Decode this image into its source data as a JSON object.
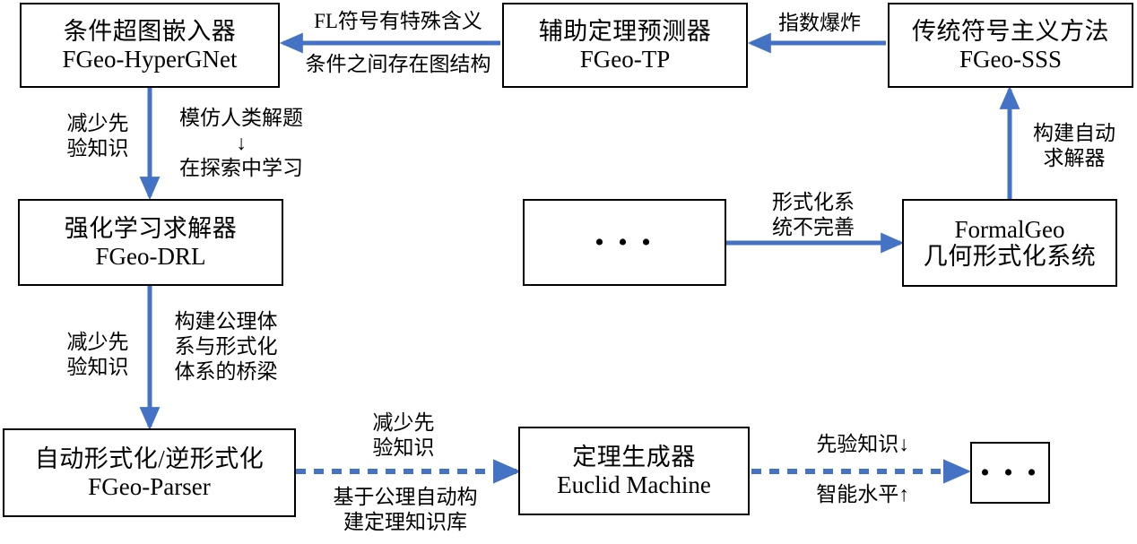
{
  "diagram": {
    "title": "FormalGeo ecosystem roadmap",
    "accent_color": "#4472C4",
    "stroke_color": "#000000",
    "background": "#ffffff",
    "nodes": [
      {
        "id": "hypergnet",
        "cn": "条件超图嵌入器",
        "en": "FGeo-HyperGNet"
      },
      {
        "id": "tp",
        "cn": "辅助定理预测器",
        "en": "FGeo-TP"
      },
      {
        "id": "sss",
        "cn": "传统符号主义方法",
        "en": "FGeo-SSS"
      },
      {
        "id": "drl",
        "cn": "强化学习求解器",
        "en": "FGeo-DRL"
      },
      {
        "id": "ellipsis-mid",
        "cn": "",
        "en": "•  •  •"
      },
      {
        "id": "formalgeo",
        "cn": "几何形式化系统",
        "en": "FormalGeo"
      },
      {
        "id": "parser",
        "cn": "自动形式化/逆形式化",
        "en": "FGeo-Parser"
      },
      {
        "id": "euclid",
        "cn": "定理生成器",
        "en": "Euclid Machine"
      },
      {
        "id": "ellipsis-end",
        "cn": "",
        "en": "•  •  •"
      }
    ],
    "edges": [
      {
        "id": "sss-to-tp",
        "from": "sss",
        "to": "tp",
        "style": "solid",
        "above": [
          "指数爆炸"
        ],
        "below": []
      },
      {
        "id": "tp-to-hypergnet",
        "from": "tp",
        "to": "hypergnet",
        "style": "solid",
        "above": [
          "FL符号有特殊含义"
        ],
        "below": [
          "条件之间存在图结构"
        ]
      },
      {
        "id": "hypergnet-to-drl",
        "from": "hypergnet",
        "to": "drl",
        "style": "solid",
        "left": [
          "减少先",
          "验知识"
        ],
        "right": [
          "模仿人类解题",
          "↓",
          "在探索中学习"
        ]
      },
      {
        "id": "drl-to-parser",
        "from": "drl",
        "to": "parser",
        "style": "solid",
        "left": [
          "减少先",
          "验知识"
        ],
        "right": [
          "构建公理体",
          "系与形式化",
          "体系的桥梁"
        ]
      },
      {
        "id": "ellipsis-to-formalgeo",
        "from": "ellipsis-mid",
        "to": "formalgeo",
        "style": "solid",
        "above": [
          "形式化系",
          "统不完善"
        ],
        "below": []
      },
      {
        "id": "formalgeo-to-sss",
        "from": "formalgeo",
        "to": "sss",
        "style": "solid",
        "right": [
          "构建自动",
          "求解器"
        ]
      },
      {
        "id": "parser-to-euclid",
        "from": "parser",
        "to": "euclid",
        "style": "dashed",
        "above": [
          "减少先",
          "验知识"
        ],
        "below": [
          "基于公理自动构",
          "建定理知识库"
        ]
      },
      {
        "id": "euclid-to-ellipsis",
        "from": "euclid",
        "to": "ellipsis-end",
        "style": "dashed",
        "above": [
          "先验知识↓"
        ],
        "below": [
          "智能水平↑"
        ]
      }
    ]
  }
}
